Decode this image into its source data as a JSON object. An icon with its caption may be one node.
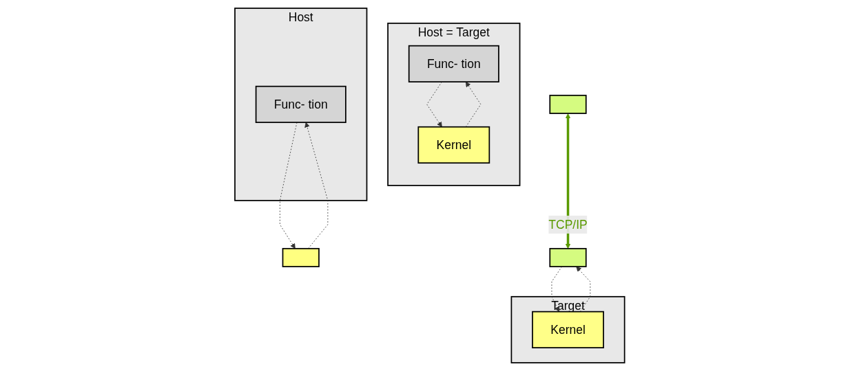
{
  "diagram": {
    "nodes": [
      {
        "text": [
          "Host = Target"
        ]
      },
      {
        "text": [
          "Func- tion"
        ],
        "in": 0
      },
      {
        "text": [
          "Kernel"
        ],
        "in": 0
      },
      {
        "text": [
          "Host"
        ]
      },
      {
        "text": [
          "Func- tion"
        ],
        "in": 3
      },
      {
        "text": [],
        "shape": "box"
      },
      {
        "text": [],
        "shape": "box"
      },
      {
        "text": [
          "Target"
        ]
      },
      {
        "text": [
          "Kernel"
        ],
        "in": 7
      },
      {
        "text": [],
        "shape": "box"
      }
    ],
    "edges": [
      {
        "from": 1,
        "to": 2,
        "arrow": "to",
        "style": "dashed"
      },
      {
        "from": 2,
        "to": 1,
        "arrow": "to",
        "style": "dashed"
      },
      {
        "from": 4,
        "to": 5,
        "arrow": "to",
        "style": "dashed"
      },
      {
        "from": 5,
        "to": 4,
        "arrow": "to",
        "style": "dashed"
      },
      {
        "from": 9,
        "to": 8,
        "arrow": "to",
        "style": "dashed"
      },
      {
        "from": 8,
        "to": 9,
        "arrow": "to",
        "style": "dashed"
      },
      {
        "from": 6,
        "to": 9,
        "arrow": "both",
        "style": "thick",
        "color": "#5a9a00",
        "label": "TCP/IP"
      }
    ]
  }
}
